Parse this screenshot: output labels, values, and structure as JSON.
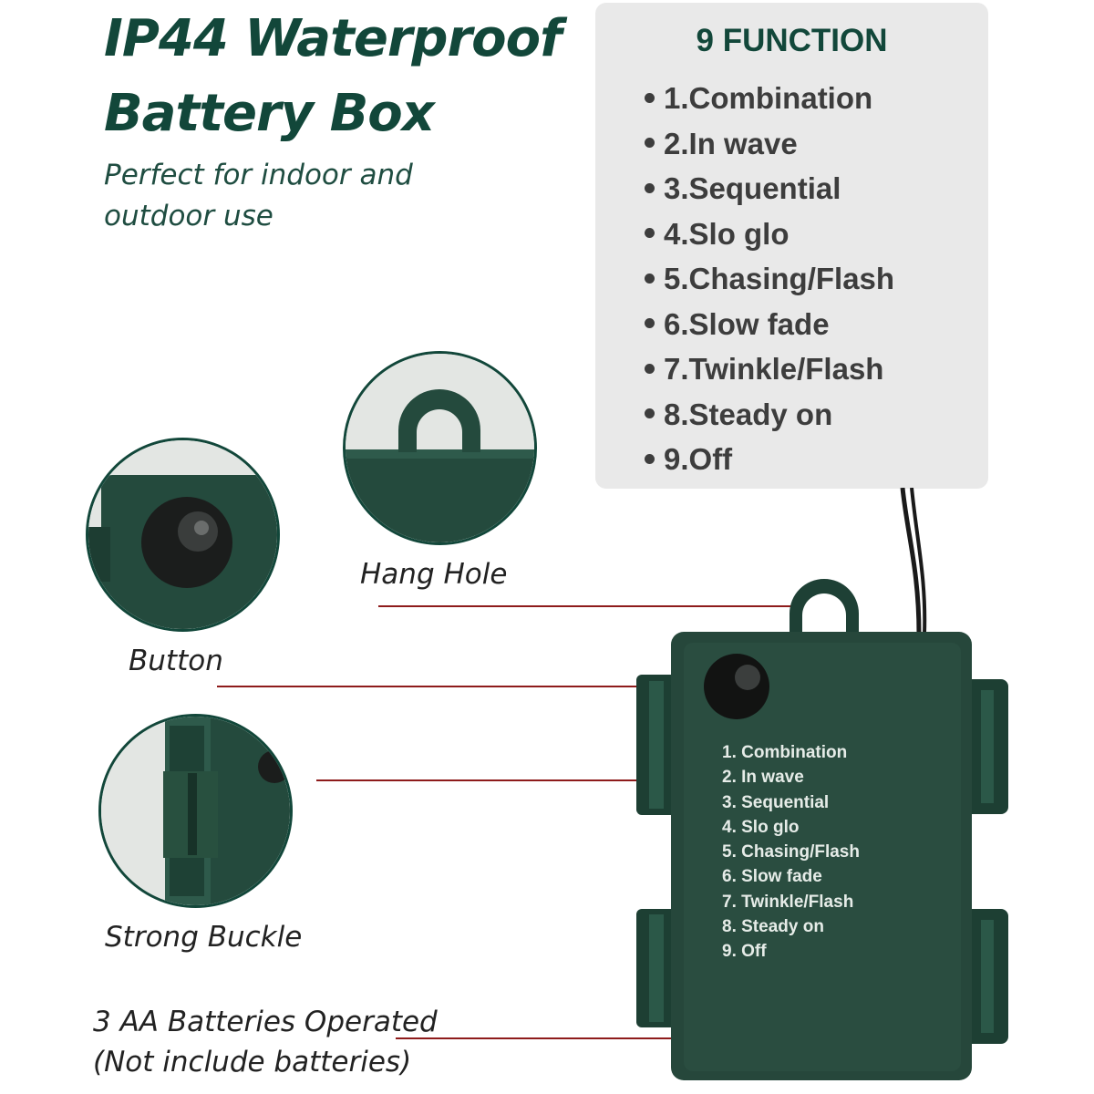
{
  "header": {
    "title_line1": "IP44 Waterproof",
    "title_line2": "Battery Box",
    "subtitle_line1": "Perfect for indoor and",
    "subtitle_line2": "outdoor use"
  },
  "functions": {
    "title": "9 FUNCTION",
    "items": [
      "1.Combination",
      "2.In wave",
      "3.Sequential",
      "4.Slo glo",
      "5.Chasing/Flash",
      "6.Slow fade",
      "7.Twinkle/Flash",
      "8.Steady on",
      "9.Off"
    ]
  },
  "callouts": {
    "hang_hole": "Hang Hole",
    "button": "Button",
    "strong_buckle": "Strong Buckle",
    "batteries_line1": "3 AA Batteries Operated",
    "batteries_line2": "(Not include batteries)"
  },
  "device_label": {
    "items": [
      "1. Combination",
      "2. In wave",
      "3. Sequential",
      "4. Slo glo",
      "5. Chasing/Flash",
      "6. Slow fade",
      "7. Twinkle/Flash",
      "8. Steady on",
      "9. Off"
    ]
  },
  "colors": {
    "brand_green": "#12473a",
    "device_green": "#26473b",
    "leader_red": "#8e1b1b",
    "panel_gray": "#e9e9e9"
  }
}
